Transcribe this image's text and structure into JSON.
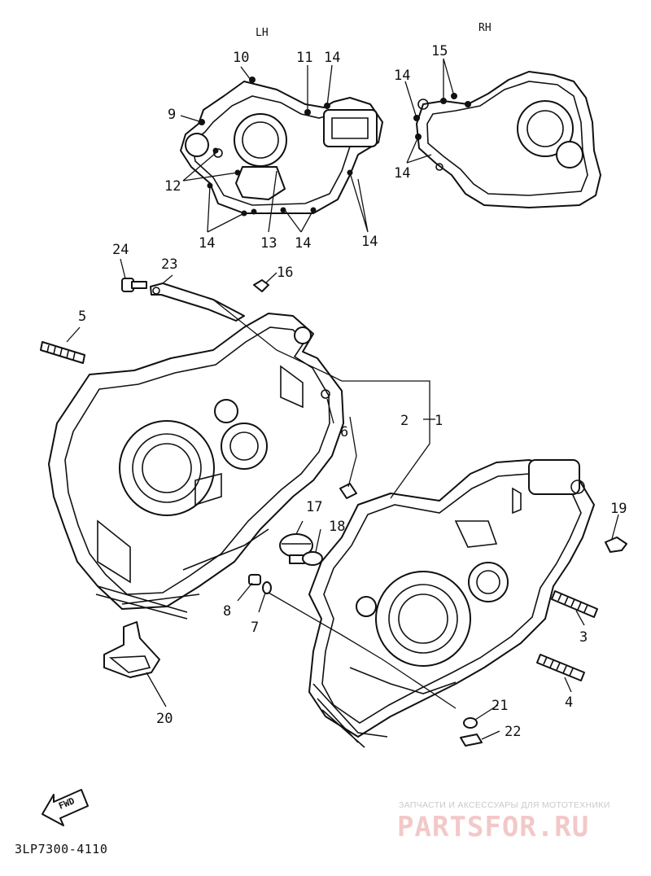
{
  "labels": {
    "lh": "LH",
    "rh": "RH",
    "fwd": "FWD",
    "diagram_code": "3LP7300-4110"
  },
  "callouts": [
    "1",
    "2",
    "3",
    "4",
    "5",
    "6",
    "7",
    "8",
    "9",
    "10",
    "11",
    "12",
    "13",
    "14",
    "15",
    "16",
    "17",
    "18",
    "19",
    "20",
    "21",
    "22",
    "23",
    "24"
  ],
  "watermark": {
    "tagline": "ЗАПЧАСТИ И АКСЕССУАРЫ ДЛЯ МОТОТЕХНИКИ",
    "brand": "PARTSFOR.RU"
  }
}
